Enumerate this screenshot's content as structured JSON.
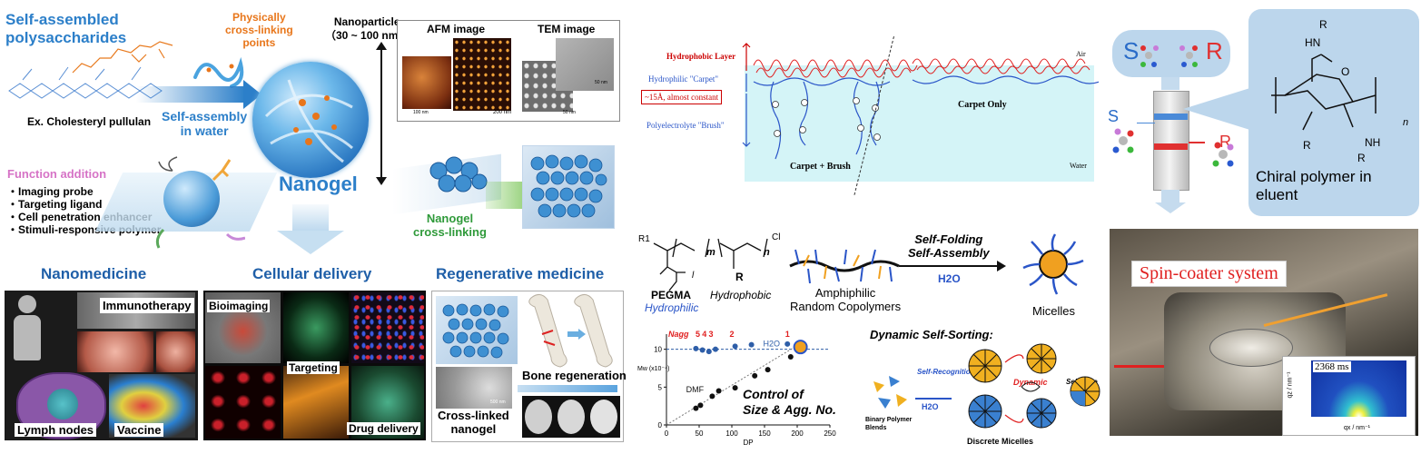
{
  "left": {
    "polysaccharide_title": "Self-assembled\npolysaccharides",
    "example_label": "Ex. Cholesteryl pullulan",
    "crosslink_label": "Physically\ncross-linking\npoints",
    "nanoparticle_label": "Nanoparticle\n（30 ~ 100 nm）",
    "afm_label": "AFM image",
    "tem_label": "TEM image",
    "afm_scale1": "100 nm",
    "afm_scale2": "200 nm",
    "tem_scale1": "50 nm",
    "tem_scale2": "50 nm",
    "self_assembly_label": "Self-assembly\nin water",
    "nanogel_label": "Nanogel",
    "function_title": "Function addition",
    "function_items": [
      "・Imaging probe",
      "・Targeting ligand",
      "・Cell penetration enhancer",
      "・Stimuli-responsive polymer"
    ],
    "crosslinking_label": "Nanogel\ncross-linking",
    "headers": {
      "nanomedicine": "Nanomedicine",
      "cellular": "Cellular delivery",
      "regenerative": "Regenerative medicine"
    },
    "nanomedicine_panel": {
      "immunotherapy": "Immunotherapy",
      "lymph": "Lymph nodes",
      "vaccine": "Vaccine"
    },
    "cellular_panel": {
      "bioimaging": "Bioimaging",
      "targeting": "Targeting",
      "drug": "Drug delivery"
    },
    "regen_panel": {
      "bone": "Bone regeneration",
      "crosslinked": "Cross-linked\nnanogel",
      "scale": "500 nm"
    }
  },
  "carpet": {
    "hydrophobic_layer": "Hydrophobic Layer",
    "hydrophilic_carpet": "Hydrophilic \"Carpet\"",
    "constant_box": "~15Å, almost constant",
    "brush": "Polyelectrolyte \"Brush\"",
    "air": "Air",
    "water": "Water",
    "carpet_only": "Carpet Only",
    "carpet_brush": "Carpet + Brush"
  },
  "chiral": {
    "s_big": "S",
    "r_big": "R",
    "s_small": "S",
    "r_small": "R",
    "caption": "Chiral polymer in\neluent",
    "struct_R_top": "R",
    "struct_HN_top": "HN",
    "struct_O": "O",
    "struct_n": "n",
    "struct_NH": "NH",
    "struct_R_left": "R",
    "struct_R_right": "R"
  },
  "micelle": {
    "pegma": "PEGMA",
    "hydrophilic": "Hydrophilic",
    "hydrophobic": "Hydrophobic",
    "R_label": "R",
    "R1": "R1",
    "Cl": "Cl",
    "m": "m",
    "n": "n",
    "l": "l",
    "amphiphilic": "Amphiphilic\nRandom Copolymers",
    "arrow_top": "Self-Folding\nSelf-Assembly",
    "h2o": "H2O",
    "micelles": "Micelles",
    "dynamic_title": "Dynamic Self-Sorting:",
    "self_recognition": "Self-Recognition",
    "dynamic": "Dynamic",
    "selective": "Selective",
    "binary": "Binary Polymer\nBlends",
    "h2o_2": "H2O",
    "discrete": "Discrete Micelles",
    "control_label": "Control of\nSize & Agg. No."
  },
  "spin": {
    "title": "Spin-coater system",
    "time": "2368 ms",
    "qz": "qz / nm⁻¹",
    "qx": "qx / nm⁻¹"
  },
  "chart_data": {
    "type": "scatter",
    "xlabel": "DP",
    "ylabel": "Mw (x10⁻⁴)",
    "xlim": [
      0,
      250
    ],
    "ylim": [
      0,
      12
    ],
    "xticks": [
      0,
      50,
      100,
      150,
      200,
      250
    ],
    "yticks": [
      0,
      5,
      10
    ],
    "nagg_label": "Nagg",
    "nagg_values": [
      "5",
      "4",
      "3",
      "2",
      "1"
    ],
    "series": [
      {
        "name": "H2O",
        "color": "#2e5ea8",
        "x": [
          45,
          55,
          65,
          75,
          105,
          130,
          185
        ],
        "y": [
          10.1,
          9.9,
          9.7,
          10.0,
          10.4,
          10.6,
          10.7
        ]
      },
      {
        "name": "DMF",
        "color": "#111111",
        "x": [
          45,
          52,
          70,
          80,
          105,
          135,
          155,
          190
        ],
        "y": [
          2.2,
          2.6,
          3.8,
          4.5,
          4.9,
          6.5,
          7.3,
          9.0
        ]
      }
    ]
  }
}
